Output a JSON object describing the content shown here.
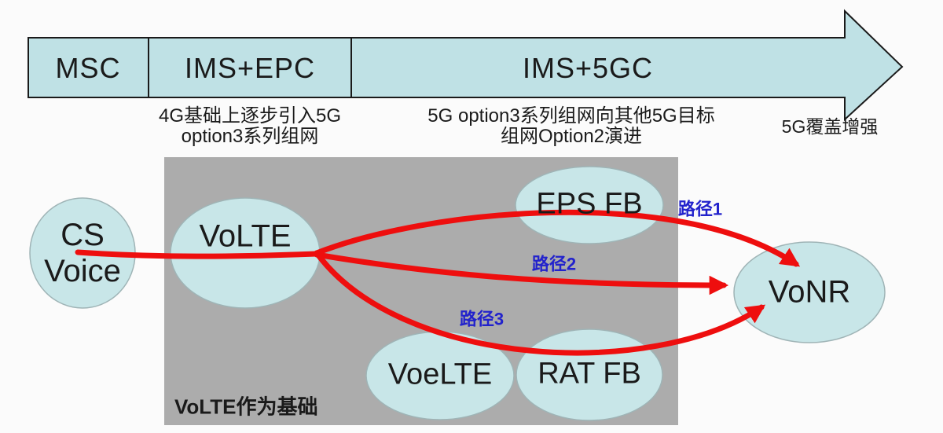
{
  "colors": {
    "background": "#FBFBFB",
    "arrow_fill": "#BFE1E5",
    "arrow_stroke": "#1A1A1A",
    "ellipse_fill": "#C8E6E8",
    "ellipse_stroke": "#9FB4B6",
    "box_fill": "#ACACAC",
    "path_red": "#EE0E0E",
    "label_blue": "#2222CC",
    "text_dark": "#1A1A1A"
  },
  "timeline": {
    "segments": [
      {
        "label": "MSC"
      },
      {
        "label": "IMS+EPC",
        "note_lines": [
          "4G基础上逐步引入5G",
          "option3系列组网"
        ]
      },
      {
        "label": "IMS+5GC",
        "note_lines": [
          "5G option3系列组网向其他5G目标",
          "组网Option2演进"
        ]
      }
    ],
    "head_note": "5G覆盖增强"
  },
  "nodes": {
    "cs_voice": {
      "lines": [
        "CS",
        "Voice"
      ]
    },
    "volte": {
      "label": "VoLTE"
    },
    "eps_fb": {
      "label": "EPS FB"
    },
    "voelte": {
      "label": "VoeLTE"
    },
    "rat_fb": {
      "label": "RAT FB"
    },
    "vonr": {
      "label": "VoNR"
    }
  },
  "box_caption": "VoLTE作为基础",
  "path_labels": {
    "path1": "路径1",
    "path2": "路径2",
    "path3": "路径3"
  }
}
